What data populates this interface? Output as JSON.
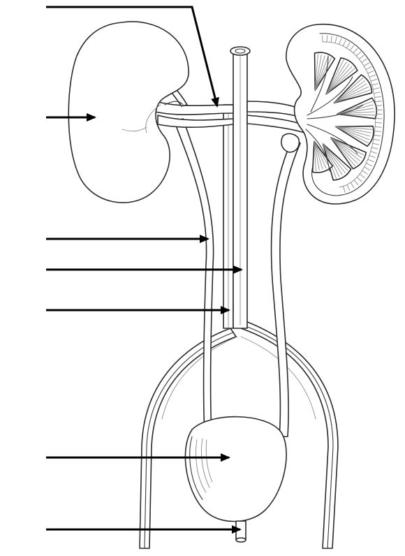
{
  "diagram": {
    "labels": [
      {
        "id": "adrenal-or-renal-vessel",
        "text": ""
      },
      {
        "id": "kidney",
        "text": ""
      },
      {
        "id": "ureter",
        "text": ""
      },
      {
        "id": "aorta",
        "text": ""
      },
      {
        "id": "vena-cava",
        "text": ""
      },
      {
        "id": "bladder",
        "text": ""
      },
      {
        "id": "urethra",
        "text": ""
      }
    ],
    "colors": {
      "line": "#000000",
      "outline": "#2a2a2a",
      "background": "#ffffff"
    }
  }
}
